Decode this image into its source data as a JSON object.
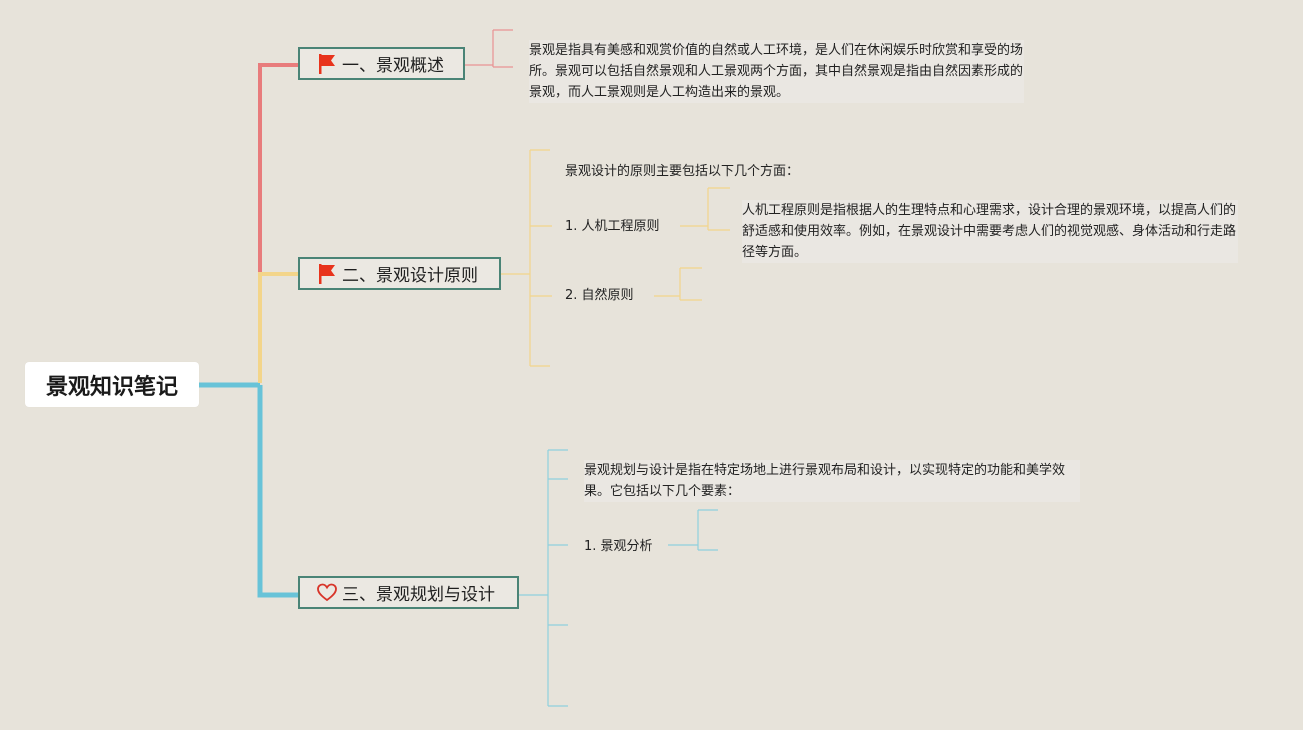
{
  "root": {
    "title": "景观知识笔记"
  },
  "branches": [
    {
      "label": "一、景观概述",
      "icon": "flag-icon",
      "color": "#e87c7c"
    },
    {
      "label": "二、景观设计原则",
      "icon": "flag-icon",
      "color": "#f3d58a"
    },
    {
      "label": "三、景观规划与设计",
      "icon": "heart-icon",
      "color": "#68c3d8"
    }
  ],
  "notes": {
    "overview": "景观是指具有美感和观赏价值的自然或人工环境，是人们在休闲娱乐时欣赏和享受的场所。景观可以包括自然景观和人工景观两个方面，其中自然景观是指由自然因素形成的景观，而人工景观则是人工构造出来的景观。",
    "principles_intro": "景观设计的原则主要包括以下几个方面：",
    "ergonomics_title": "1. 人机工程原则",
    "ergonomics_detail": "人机工程原则是指根据人的生理特点和心理需求，设计合理的景观环境，以提高人们的舒适感和使用效率。例如，在景观设计中需要考虑人们的视觉观感、身体活动和行走路径等方面。",
    "nature_title": "2. 自然原则",
    "planning_intro": "景观规划与设计是指在特定场地上进行景观布局和设计，以实现特定的功能和美学效果。它包括以下几个要素：",
    "analysis_title": "1. 景观分析"
  },
  "colors": {
    "background": "#e7e3da",
    "node_border": "#4a8476",
    "branch1": "#e87c7c",
    "branch2": "#f3d58a",
    "branch3": "#68c3d8",
    "flag": "#e8331c",
    "heart": "#d8352a"
  }
}
